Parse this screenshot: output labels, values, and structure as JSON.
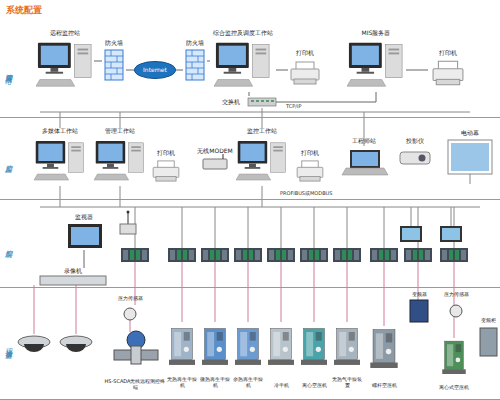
{
  "diagram": {
    "title": "系统配置",
    "nodes": [
      {
        "text": [
          "管理层网络"
        ]
      },
      {
        "text": [
          "远程监控站"
        ],
        "in": 0
      },
      {
        "text": [
          "防火墙"
        ],
        "in": 0
      },
      {
        "text": [
          "Internet"
        ],
        "in": 0
      },
      {
        "text": [
          "防火墙"
        ],
        "in": 0
      },
      {
        "text": [
          "综合监控及调度工作站"
        ],
        "in": 0
      },
      {
        "text": [
          "打印机"
        ],
        "in": 0
      },
      {
        "text": [
          "MIS服务器"
        ],
        "in": 0
      },
      {
        "text": [
          "打印机"
        ],
        "in": 0
      },
      {
        "text": [
          "交换机"
        ],
        "in": 0
      },
      {
        "text": [
          "监控层"
        ]
      },
      {
        "text": [
          "多媒体工作站"
        ],
        "in": 10
      },
      {
        "text": [
          "管理工作站"
        ],
        "in": 10
      },
      {
        "text": [
          "打印机"
        ],
        "in": 10
      },
      {
        "text": [
          "无线MODEM"
        ],
        "in": 10
      },
      {
        "text": [
          "监控工作站"
        ],
        "in": 10
      },
      {
        "text": [
          "打印机"
        ],
        "in": 10
      },
      {
        "text": [
          "工程师站"
        ],
        "in": 10
      },
      {
        "text": [
          "投影仪"
        ],
        "in": 10
      },
      {
        "text": [
          "电动幕"
        ],
        "in": 10
      },
      {
        "text": [
          "控制层"
        ]
      },
      {
        "text": [
          "监视器"
        ],
        "in": 20
      },
      {
        "text": [
          "录像机"
        ],
        "in": 20
      },
      {
        "text": [
          "现场设备层"
        ]
      },
      {
        "text": [
          "压力传感器"
        ],
        "in": 23
      },
      {
        "text": [
          "HS-SCADA无线远程测控终端"
        ],
        "in": 23
      },
      {
        "text": [
          "无热再生干燥机"
        ],
        "in": 23
      },
      {
        "text": [
          "微热再生干燥机"
        ],
        "in": 23
      },
      {
        "text": [
          "余热再生干燥机"
        ],
        "in": 23
      },
      {
        "text": [
          "冷干机"
        ],
        "in": 23
      },
      {
        "text": [
          "离心空压机"
        ],
        "in": 23
      },
      {
        "text": [
          "无热气干燥装置"
        ],
        "in": 23
      },
      {
        "text": [
          "螺杆空压机"
        ],
        "in": 23
      },
      {
        "text": [
          "变频器"
        ],
        "in": 23
      },
      {
        "text": [
          "压力传感器"
        ],
        "in": 23
      },
      {
        "text": [
          "离心式空压机"
        ],
        "in": 23
      },
      {
        "text": [
          "变频柜"
        ],
        "in": 23
      }
    ],
    "edges": [
      {
        "from": 1,
        "to": 2,
        "arrow": "none"
      },
      {
        "from": 2,
        "to": 3,
        "arrow": "none"
      },
      {
        "from": 3,
        "to": 4,
        "arrow": "none"
      },
      {
        "from": 4,
        "to": 5,
        "arrow": "none"
      },
      {
        "from": 5,
        "to": 6,
        "arrow": "none"
      },
      {
        "from": 7,
        "to": 8,
        "arrow": "none"
      },
      {
        "from": 5,
        "to": 9,
        "arrow": "none"
      },
      {
        "from": 7,
        "to": 9,
        "arrow": "none"
      },
      {
        "from": 21,
        "to": 22,
        "arrow": "none"
      }
    ],
    "labels": [
      "TCP/IP",
      "PROFIBUS或MODBUS"
    ]
  }
}
